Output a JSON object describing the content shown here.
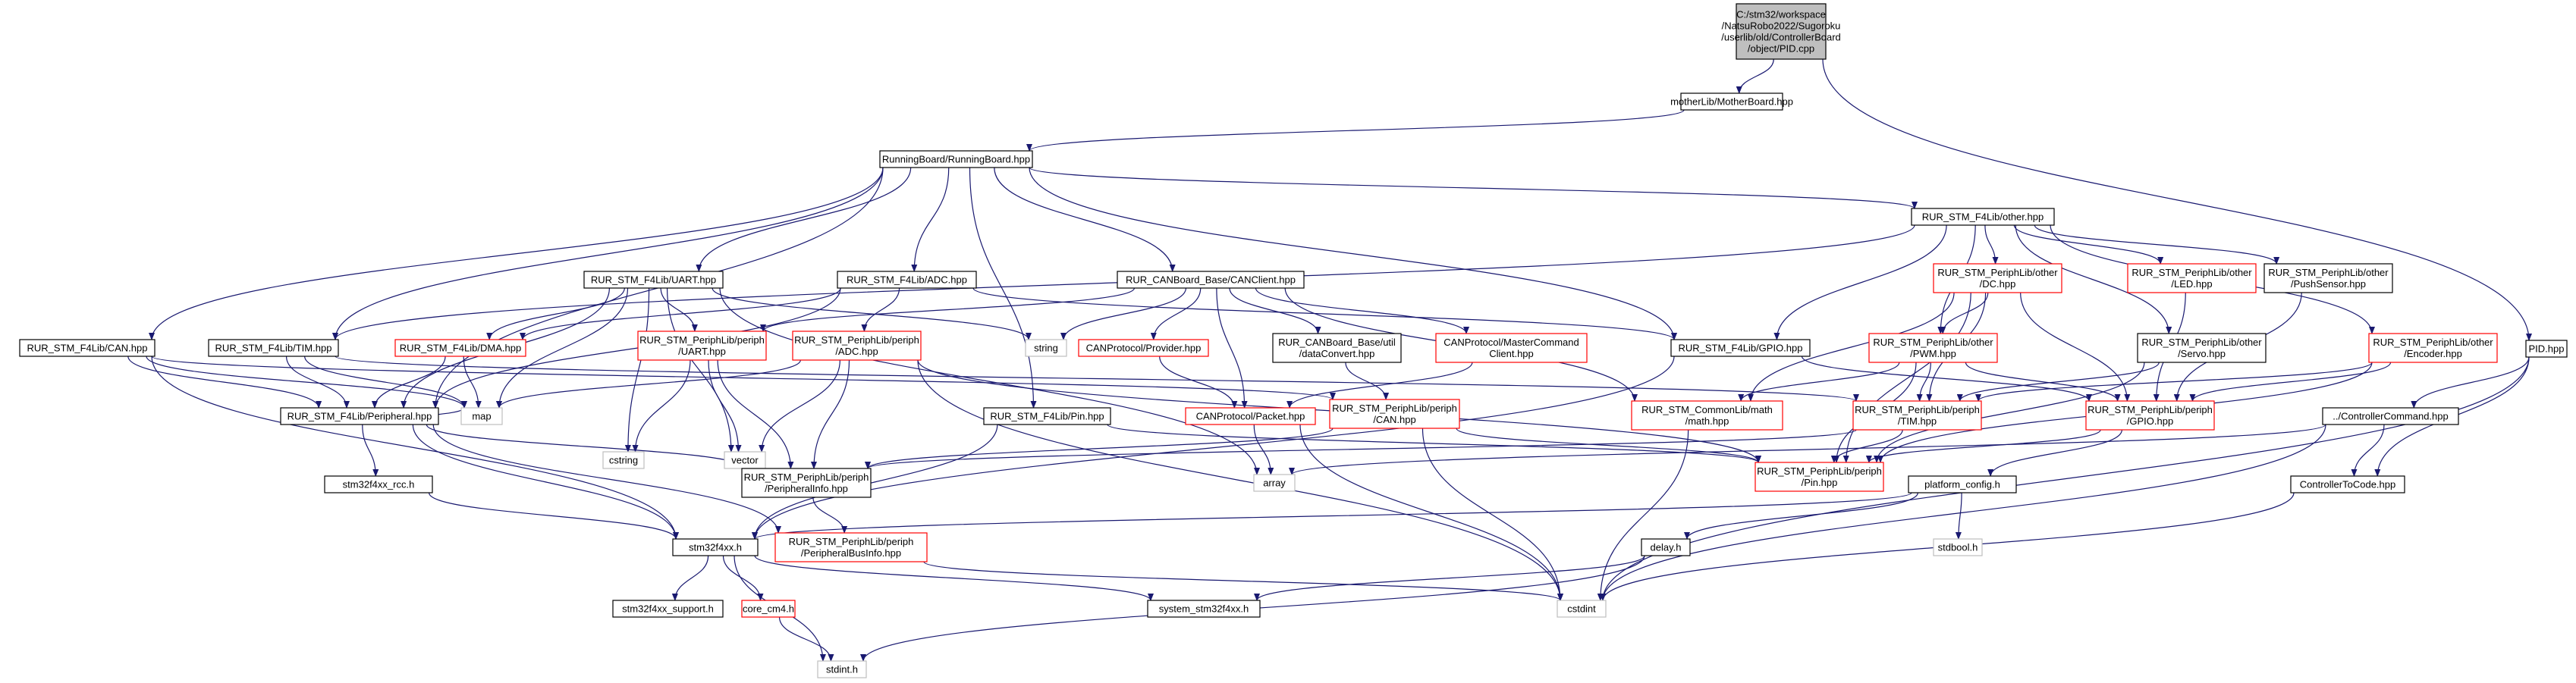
{
  "colors": {
    "edge": "#191970",
    "root_fill": "#bfbfbf",
    "red_border": "#ff0000",
    "gray_border": "#bfbfbf"
  },
  "nodes": [
    {
      "id": "root",
      "lines": [
        "C:/stm32/workspace",
        "/NatsuRobo2022/Sugoroku",
        "/userlib/old/ControllerBoard",
        "/object/PID.cpp"
      ],
      "style": "root"
    },
    {
      "id": "motherboard",
      "lines": [
        "motherLib/MotherBoard.hpp"
      ],
      "style": "black"
    },
    {
      "id": "runningboard",
      "lines": [
        "RunningBoard/RunningBoard.hpp"
      ],
      "style": "black"
    },
    {
      "id": "other",
      "lines": [
        "RUR_STM_F4Lib/other.hpp"
      ],
      "style": "black"
    },
    {
      "id": "pidhpp",
      "lines": [
        "PID.hpp"
      ],
      "style": "black"
    },
    {
      "id": "can",
      "lines": [
        "RUR_STM_F4Lib/CAN.hpp"
      ],
      "style": "black"
    },
    {
      "id": "tim",
      "lines": [
        "RUR_STM_F4Lib/TIM.hpp"
      ],
      "style": "black"
    },
    {
      "id": "uart",
      "lines": [
        "RUR_STM_F4Lib/UART.hpp"
      ],
      "style": "black"
    },
    {
      "id": "adc",
      "lines": [
        "RUR_STM_F4Lib/ADC.hpp"
      ],
      "style": "black"
    },
    {
      "id": "canclient",
      "lines": [
        "RUR_CANBoard_Base/CANClient.hpp"
      ],
      "style": "black"
    },
    {
      "id": "dma",
      "lines": [
        "RUR_STM_F4Lib/DMA.hpp"
      ],
      "style": "red"
    },
    {
      "id": "periph_uart",
      "lines": [
        "RUR_STM_PeriphLib/periph",
        "/UART.hpp"
      ],
      "style": "red"
    },
    {
      "id": "periph_adc",
      "lines": [
        "RUR_STM_PeriphLib/periph",
        "/ADC.hpp"
      ],
      "style": "red"
    },
    {
      "id": "string",
      "lines": [
        "string"
      ],
      "style": "gray"
    },
    {
      "id": "canprovider",
      "lines": [
        "CANProtocol/Provider.hpp"
      ],
      "style": "red"
    },
    {
      "id": "dataconvert",
      "lines": [
        "RUR_CANBoard_Base/util",
        "/dataConvert.hpp"
      ],
      "style": "black"
    },
    {
      "id": "mastercmd",
      "lines": [
        "CANProtocol/MasterCommand",
        "Client.hpp"
      ],
      "style": "red"
    },
    {
      "id": "gpio",
      "lines": [
        "RUR_STM_F4Lib/GPIO.hpp"
      ],
      "style": "black"
    },
    {
      "id": "other_dc",
      "lines": [
        "RUR_STM_PeriphLib/other",
        "/DC.hpp"
      ],
      "style": "red"
    },
    {
      "id": "other_pwm",
      "lines": [
        "RUR_STM_PeriphLib/other",
        "/PWM.hpp"
      ],
      "style": "red"
    },
    {
      "id": "other_led",
      "lines": [
        "RUR_STM_PeriphLib/other",
        "/LED.hpp"
      ],
      "style": "red"
    },
    {
      "id": "other_push",
      "lines": [
        "RUR_STM_PeriphLib/other",
        "/PushSensor.hpp"
      ],
      "style": "black"
    },
    {
      "id": "other_servo",
      "lines": [
        "RUR_STM_PeriphLib/other",
        "/Servo.hpp"
      ],
      "style": "black"
    },
    {
      "id": "other_enc",
      "lines": [
        "RUR_STM_PeriphLib/other",
        "/Encoder.hpp"
      ],
      "style": "red"
    },
    {
      "id": "peripheral",
      "lines": [
        "RUR_STM_F4Lib/Peripheral.hpp"
      ],
      "style": "black"
    },
    {
      "id": "map",
      "lines": [
        "map"
      ],
      "style": "gray"
    },
    {
      "id": "cstring",
      "lines": [
        "cstring"
      ],
      "style": "gray"
    },
    {
      "id": "vector",
      "lines": [
        "vector"
      ],
      "style": "gray"
    },
    {
      "id": "pin_f4",
      "lines": [
        "RUR_STM_F4Lib/Pin.hpp"
      ],
      "style": "black"
    },
    {
      "id": "canpacket",
      "lines": [
        "CANProtocol/Packet.hpp"
      ],
      "style": "red"
    },
    {
      "id": "periph_can",
      "lines": [
        "RUR_STM_PeriphLib/periph",
        "/CAN.hpp"
      ],
      "style": "red"
    },
    {
      "id": "math",
      "lines": [
        "RUR_STM_CommonLib/math",
        "/math.hpp"
      ],
      "style": "red"
    },
    {
      "id": "periph_tim",
      "lines": [
        "RUR_STM_PeriphLib/periph",
        "/TIM.hpp"
      ],
      "style": "red"
    },
    {
      "id": "periph_gpio",
      "lines": [
        "RUR_STM_PeriphLib/periph",
        "/GPIO.hpp"
      ],
      "style": "red"
    },
    {
      "id": "ctrlcmd",
      "lines": [
        "../ControllerCommand.hpp"
      ],
      "style": "black"
    },
    {
      "id": "rcc",
      "lines": [
        "stm32f4xx_rcc.h"
      ],
      "style": "black"
    },
    {
      "id": "perinfo",
      "lines": [
        "RUR_STM_PeriphLib/periph",
        "/PeripheralInfo.hpp"
      ],
      "style": "black"
    },
    {
      "id": "array",
      "lines": [
        "array"
      ],
      "style": "gray"
    },
    {
      "id": "pin_periph",
      "lines": [
        "RUR_STM_PeriphLib/periph",
        "/Pin.hpp"
      ],
      "style": "red"
    },
    {
      "id": "platform",
      "lines": [
        "platform_config.h"
      ],
      "style": "black"
    },
    {
      "id": "ctrltocode",
      "lines": [
        "ControllerToCode.hpp"
      ],
      "style": "black"
    },
    {
      "id": "stdbool",
      "lines": [
        "stdbool.h"
      ],
      "style": "gray"
    },
    {
      "id": "stm32",
      "lines": [
        "stm32f4xx.h"
      ],
      "style": "black"
    },
    {
      "id": "busninfo",
      "lines": [
        "RUR_STM_PeriphLib/periph",
        "/PeripheralBusInfo.hpp"
      ],
      "style": "red"
    },
    {
      "id": "delay",
      "lines": [
        "delay.h"
      ],
      "style": "black"
    },
    {
      "id": "support",
      "lines": [
        "stm32f4xx_support.h"
      ],
      "style": "black"
    },
    {
      "id": "corecm4",
      "lines": [
        "core_cm4.h"
      ],
      "style": "red"
    },
    {
      "id": "system",
      "lines": [
        "system_stm32f4xx.h"
      ],
      "style": "black"
    },
    {
      "id": "cstdint",
      "lines": [
        "cstdint"
      ],
      "style": "gray"
    },
    {
      "id": "stdint",
      "lines": [
        "stdint.h"
      ],
      "style": "gray"
    }
  ],
  "edges": [
    [
      "root",
      "motherboard"
    ],
    [
      "root",
      "pidhpp"
    ],
    [
      "motherboard",
      "runningboard"
    ],
    [
      "runningboard",
      "other"
    ],
    [
      "runningboard",
      "can"
    ],
    [
      "runningboard",
      "tim"
    ],
    [
      "runningboard",
      "uart"
    ],
    [
      "runningboard",
      "adc"
    ],
    [
      "runningboard",
      "canclient"
    ],
    [
      "runningboard",
      "gpio"
    ],
    [
      "runningboard",
      "pin_f4"
    ],
    [
      "runningboard",
      "peripheral"
    ],
    [
      "other",
      "tim"
    ],
    [
      "other",
      "gpio"
    ],
    [
      "other",
      "other_dc"
    ],
    [
      "other",
      "other_pwm"
    ],
    [
      "other",
      "other_led"
    ],
    [
      "other",
      "other_push"
    ],
    [
      "other",
      "other_servo"
    ],
    [
      "other",
      "other_enc"
    ],
    [
      "pidhpp",
      "ctrlcmd"
    ],
    [
      "pidhpp",
      "ctrltocode"
    ],
    [
      "pidhpp",
      "cstdint"
    ],
    [
      "can",
      "peripheral"
    ],
    [
      "can",
      "map"
    ],
    [
      "can",
      "stm32"
    ],
    [
      "can",
      "periph_can"
    ],
    [
      "tim",
      "peripheral"
    ],
    [
      "tim",
      "map"
    ],
    [
      "tim",
      "periph_tim"
    ],
    [
      "uart",
      "peripheral"
    ],
    [
      "uart",
      "dma"
    ],
    [
      "uart",
      "periph_uart"
    ],
    [
      "uart",
      "cstring"
    ],
    [
      "uart",
      "vector"
    ],
    [
      "uart",
      "string"
    ],
    [
      "uart",
      "map"
    ],
    [
      "uart",
      "array"
    ],
    [
      "adc",
      "peripheral"
    ],
    [
      "adc",
      "periph_adc"
    ],
    [
      "adc",
      "dma"
    ],
    [
      "adc",
      "gpio"
    ],
    [
      "canclient",
      "canprovider"
    ],
    [
      "canclient",
      "dataconvert"
    ],
    [
      "canclient",
      "mastercmd"
    ],
    [
      "canclient",
      "canpacket"
    ],
    [
      "canclient",
      "string"
    ],
    [
      "canclient",
      "periph_uart"
    ],
    [
      "canclient",
      "math"
    ],
    [
      "dma",
      "peripheral"
    ],
    [
      "dma",
      "map"
    ],
    [
      "periph_uart",
      "perinfo"
    ],
    [
      "periph_uart",
      "cstring"
    ],
    [
      "periph_uart",
      "vector"
    ],
    [
      "periph_adc",
      "perinfo"
    ],
    [
      "periph_adc",
      "vector"
    ],
    [
      "periph_adc",
      "map"
    ],
    [
      "periph_adc",
      "cstdint"
    ],
    [
      "periph_adc",
      "pin_periph"
    ],
    [
      "canprovider",
      "canpacket"
    ],
    [
      "dataconvert",
      "periph_can"
    ],
    [
      "mastercmd",
      "canpacket"
    ],
    [
      "gpio",
      "periph_gpio"
    ],
    [
      "gpio",
      "stm32"
    ],
    [
      "other_dc",
      "other_pwm"
    ],
    [
      "other_dc",
      "periph_gpio"
    ],
    [
      "other_dc",
      "periph_tim"
    ],
    [
      "other_dc",
      "pin_periph"
    ],
    [
      "other_dc",
      "math"
    ],
    [
      "other_pwm",
      "periph_tim"
    ],
    [
      "other_pwm",
      "pin_periph"
    ],
    [
      "other_pwm",
      "math"
    ],
    [
      "other_pwm",
      "periph_gpio"
    ],
    [
      "other_led",
      "periph_gpio"
    ],
    [
      "other_push",
      "periph_gpio"
    ],
    [
      "other_servo",
      "periph_tim"
    ],
    [
      "other_servo",
      "pin_periph"
    ],
    [
      "other_enc",
      "periph_tim"
    ],
    [
      "other_enc",
      "periph_gpio"
    ],
    [
      "other_enc",
      "pin_periph"
    ],
    [
      "peripheral",
      "rcc"
    ],
    [
      "peripheral",
      "stm32"
    ],
    [
      "peripheral",
      "perinfo"
    ],
    [
      "peripheral",
      "busninfo"
    ],
    [
      "peripheral",
      "map"
    ],
    [
      "pin_f4",
      "stm32"
    ],
    [
      "pin_f4",
      "pin_periph"
    ],
    [
      "canpacket",
      "array"
    ],
    [
      "canpacket",
      "cstdint"
    ],
    [
      "periph_can",
      "perinfo"
    ],
    [
      "periph_can",
      "cstdint"
    ],
    [
      "periph_can",
      "pin_periph"
    ],
    [
      "math",
      "cstdint"
    ],
    [
      "periph_tim",
      "perinfo"
    ],
    [
      "periph_tim",
      "pin_periph"
    ],
    [
      "periph_gpio",
      "pin_periph"
    ],
    [
      "periph_gpio",
      "platform"
    ],
    [
      "ctrlcmd",
      "ctrltocode"
    ],
    [
      "ctrlcmd",
      "array"
    ],
    [
      "ctrlcmd",
      "cstdint"
    ],
    [
      "rcc",
      "stm32"
    ],
    [
      "perinfo",
      "busninfo"
    ],
    [
      "platform",
      "stm32"
    ],
    [
      "platform",
      "delay"
    ],
    [
      "platform",
      "stdbool"
    ],
    [
      "ctrltocode",
      "cstdint"
    ],
    [
      "stm32",
      "support"
    ],
    [
      "stm32",
      "corecm4"
    ],
    [
      "stm32",
      "system"
    ],
    [
      "stm32",
      "stdint"
    ],
    [
      "busninfo",
      "cstdint"
    ],
    [
      "delay",
      "system"
    ],
    [
      "delay",
      "stdint"
    ],
    [
      "corecm4",
      "stdint"
    ]
  ]
}
